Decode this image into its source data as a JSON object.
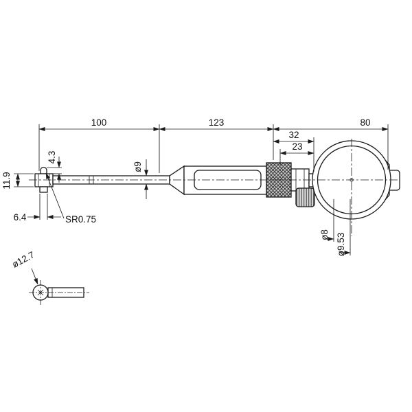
{
  "labels": {
    "dim_100": "100",
    "dim_123": "123",
    "dim_80": "80",
    "dim_32": "32",
    "dim_23": "23",
    "dim_4_3": "4.3",
    "dim_11_9": "11.9",
    "dim_6_4": "6.4",
    "sr_0_75": "SR0.75",
    "dia_9": "ø9",
    "dia_8": "ø8",
    "dia_9_53": "ø9.53",
    "dia_12_7": "ø12.7"
  },
  "colors": {
    "line": "#1a1a1a",
    "background": "#ffffff"
  }
}
